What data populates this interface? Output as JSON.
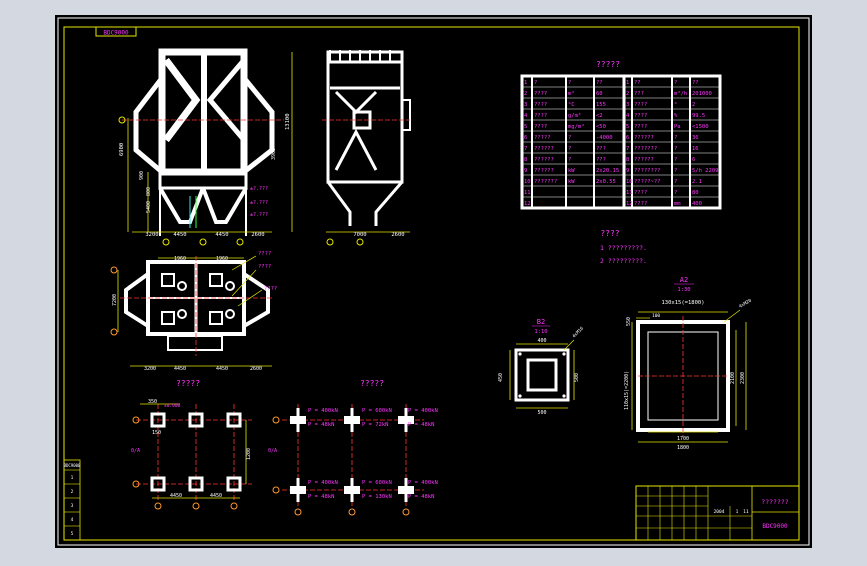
{
  "colors": {
    "workspace_bg": "#d4d8e0",
    "sheet_bg": "#000000",
    "frame": "#e6e600",
    "white": "#ffffff",
    "magenta": "#ff33ff",
    "red": "#ff3333",
    "cyan": "#33e6e6",
    "green": "#33ff33",
    "orange": "#ff9933"
  },
  "drawing": {
    "top_left_tag": "BDC9000",
    "elevation_dims": {
      "left": "6900",
      "lower_left": "900",
      "low1": "5400",
      "low2": "800",
      "right_total": "13100",
      "right_mid": "3900",
      "bottom1": "3200",
      "bottom2": "4450",
      "bottom3": "4450",
      "bottom4": "2600"
    },
    "side_dims": {
      "b1": "7000",
      "b2": "2600"
    },
    "plan_dims": {
      "top1": "1960",
      "top2": "1960",
      "side": "7200",
      "b1": "3200",
      "b2": "4450",
      "b3": "4450",
      "b4": "2600"
    },
    "plan_callouts": [
      "????",
      "????",
      "????"
    ],
    "el_callouts": [
      "±?.???",
      "±?.???",
      "±?.???"
    ],
    "foundation_title": "?????",
    "foundation_dims": {
      "top": "350",
      "pier": "150",
      "span": "1200",
      "bot1": "4450",
      "bot2": "4450"
    },
    "foundation_axis": "0/A",
    "foundation_callout": "±0.000",
    "loads_title": "?????",
    "loads": [
      "P = 400kN",
      "P = 600kN",
      "P = 400kN",
      "P = 48kN",
      "P = 72kN",
      "P = 48kN",
      "P = 400kN",
      "P = 600kN",
      "P = 400kN",
      "P = 48kN",
      "P = 130kN",
      "P = 48kN"
    ],
    "detail_b": {
      "label": "B2",
      "scale": "1:10",
      "dims": [
        "400",
        "450",
        "500",
        "500",
        "4xM16"
      ]
    },
    "detail_a": {
      "label": "A2",
      "scale": "1:30",
      "dims": [
        "130x15(=1800)",
        "110x15(=2200)",
        "1700",
        "1800",
        "2100",
        "2300",
        "550",
        "100",
        "4xM20"
      ]
    },
    "table_title": "?????",
    "table_rows": [
      [
        "1",
        "?",
        "?",
        "??",
        "1",
        "??",
        "?",
        "??"
      ],
      [
        "2",
        "????",
        "m³",
        "60",
        "2",
        "???",
        "m³/h",
        "201000"
      ],
      [
        "3",
        "????",
        "°C",
        "155",
        "3",
        "????",
        "°",
        "2"
      ],
      [
        "4",
        "????",
        "g/m³",
        "<2",
        "4",
        "????",
        "%",
        "99.5"
      ],
      [
        "5",
        "????",
        "mg/m³",
        "<50",
        "5",
        "????",
        "Pa",
        "<1500"
      ],
      [
        "6",
        "?????",
        "?",
        "-4000",
        "6",
        "??????",
        "?",
        "36"
      ],
      [
        "7",
        "??????",
        "?",
        "???",
        "7",
        "???????",
        "?",
        "16"
      ],
      [
        "8",
        "??????",
        "?",
        "???",
        "8",
        "??????",
        "?",
        "6"
      ],
      [
        "9",
        "??????",
        "kW",
        "2x20.15",
        "9",
        "????????",
        "?",
        "5/h 2209"
      ],
      [
        "10",
        "???????",
        "kW",
        "2x0.55",
        "10",
        "?????~??",
        "?",
        "2.1"
      ],
      [
        "11",
        "",
        "",
        "",
        "11",
        "????",
        "?",
        "80"
      ],
      [
        "12",
        "",
        "",
        "",
        "12",
        "????",
        "mm",
        "400"
      ]
    ],
    "notes_title": "????",
    "notes": [
      "1  ?????????.",
      "2  ?????????."
    ],
    "title_block": {
      "project": "???????",
      "drawing_no": "BDC9000",
      "small_cells": [
        "1",
        "11",
        "2004"
      ]
    },
    "revision_block": {
      "title": "BDC9000",
      "rows": [
        "1",
        "2",
        "3",
        "4",
        "5"
      ]
    }
  }
}
